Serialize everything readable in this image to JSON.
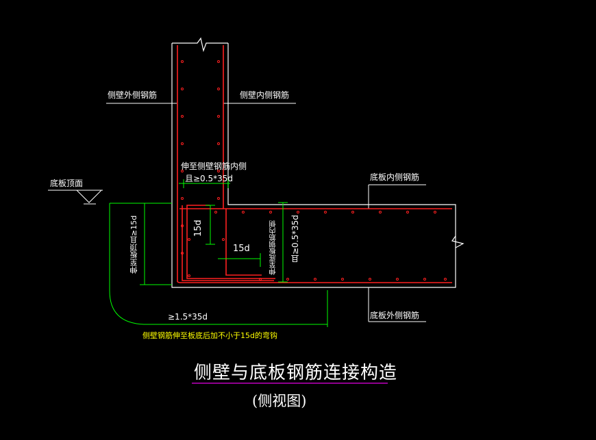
{
  "labels": {
    "side_outer": "侧壁外侧钢筋",
    "side_inner": "侧壁内侧钢筋",
    "slab_top": "底板顶面",
    "slab_inner": "底板内侧钢筋",
    "slab_outer": "底板外侧钢筋"
  },
  "annotations": {
    "extend_side_1": "伸至侧壁钢筋内侧",
    "extend_side_2": "且≥0.5*35d",
    "dim_15d_vertical": "15d",
    "dim_15d_horizontal": "15d",
    "extend_slab_inner": "伸至底板钢筋内侧",
    "ge_half_35d": "且≥0.5*35d",
    "extend_slab_face": "伸至板顶且≥15d",
    "ge_1_5_35d": "≥1.5*35d",
    "hook_note": "侧壁钢筋伸至板底后加不小于15d的弯钩"
  },
  "title": {
    "main": "侧壁与底板钢筋连接构造",
    "sub": "(侧视图)"
  },
  "colors": {
    "background": "#000000",
    "outline": "#ffffff",
    "rebar": "#ff2020",
    "dimension": "#00ff00",
    "note": "#ffff00",
    "title_underline": "#c000c0"
  }
}
